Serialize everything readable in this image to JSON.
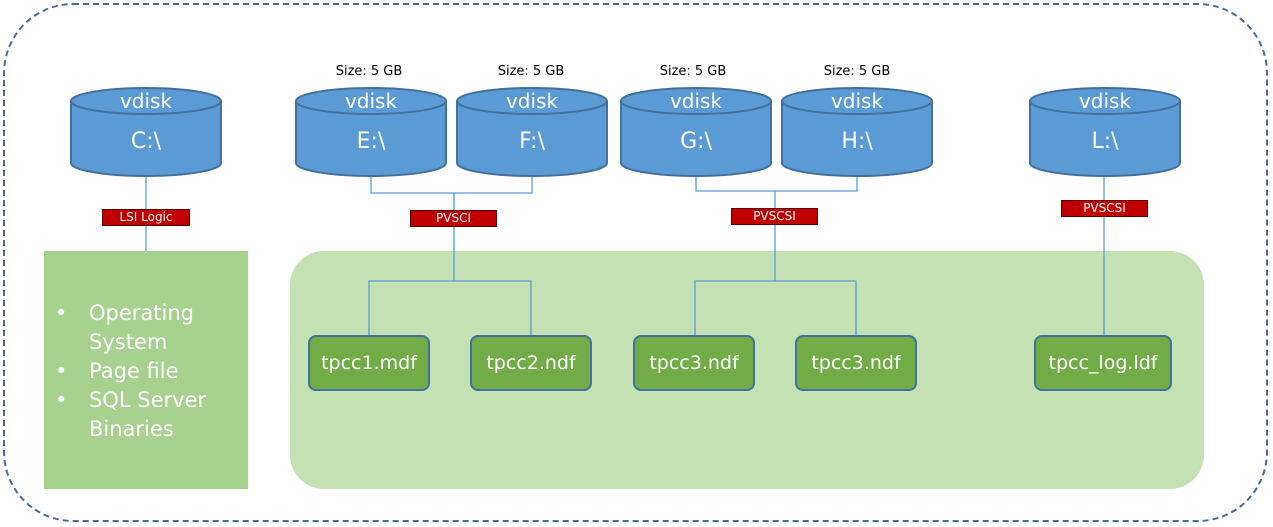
{
  "disks": [
    {
      "id": "c",
      "label": "vdisk",
      "drive": "C:\\",
      "size": ""
    },
    {
      "id": "e",
      "label": "vdisk",
      "drive": "E:\\",
      "size": "Size: 5 GB"
    },
    {
      "id": "f",
      "label": "vdisk",
      "drive": "F:\\",
      "size": "Size: 5 GB"
    },
    {
      "id": "g",
      "label": "vdisk",
      "drive": "G:\\",
      "size": "Size: 5 GB"
    },
    {
      "id": "h",
      "label": "vdisk",
      "drive": "H:\\",
      "size": "Size: 5 GB"
    },
    {
      "id": "l",
      "label": "vdisk",
      "drive": "L:\\",
      "size": ""
    }
  ],
  "controllers": [
    {
      "id": "lsi",
      "label": "LSI Logic"
    },
    {
      "id": "pvsci",
      "label": "PVSCI"
    },
    {
      "id": "pvscsi-1",
      "label": "PVSCSI"
    },
    {
      "id": "pvscsi-2",
      "label": "PVSCSI"
    }
  ],
  "files": [
    {
      "id": "tpcc1",
      "label": "tpcc1.mdf"
    },
    {
      "id": "tpcc2",
      "label": "tpcc2.ndf"
    },
    {
      "id": "tpcc3a",
      "label": "tpcc3.ndf"
    },
    {
      "id": "tpcc3b",
      "label": "tpcc3.ndf"
    },
    {
      "id": "tpcclog",
      "label": "tpcc_log.ldf"
    }
  ],
  "os_box": {
    "items": [
      "Operating System",
      "Page file",
      "SQL Server Binaries"
    ]
  },
  "colors": {
    "disk_fill": "#5b9bd5",
    "disk_stroke": "#41719c",
    "controller": "#c00000",
    "file_fill": "#70ad47",
    "panel_dark": "#a9d18e",
    "panel_light": "#c5e0b4",
    "connector": "#5b9bd5"
  }
}
